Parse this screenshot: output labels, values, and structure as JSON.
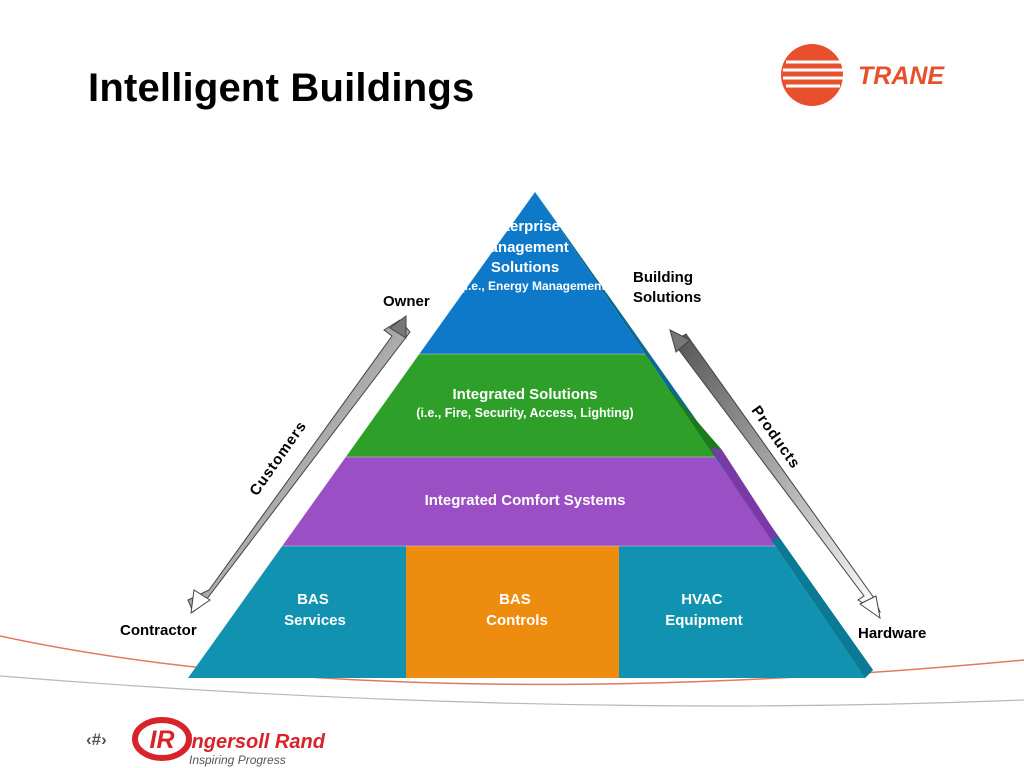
{
  "slide": {
    "title": "Intelligent Buildings",
    "page_number": "‹#›"
  },
  "branding": {
    "trane_logo_text": "TRANE",
    "trane_color": "#e8502d",
    "ir_mark": "IR",
    "ir_company": "Ingersoll Rand",
    "ir_tagline": "Inspiring Progress",
    "ir_color": "#d8232a"
  },
  "pyramid": {
    "tiers": [
      {
        "lines": [
          "Enterprise",
          "Management",
          "Solutions"
        ],
        "sub": "(i.e., Energy Management)",
        "color": "#0f79c9"
      },
      {
        "lines": [
          "Integrated Solutions"
        ],
        "sub": "(i.e., Fire, Security, Access, Lighting)",
        "color": "#2ea02a"
      },
      {
        "lines": [
          "Integrated Comfort Systems"
        ],
        "sub": "",
        "color": "#9b4fc4"
      }
    ],
    "base_blocks": [
      {
        "lines": [
          "BAS",
          "Services"
        ],
        "color": "#1192b0"
      },
      {
        "lines": [
          "BAS",
          "Controls"
        ],
        "color": "#ed8c0f"
      },
      {
        "lines": [
          "HVAC",
          "Equipment"
        ],
        "color": "#1192b0"
      }
    ]
  },
  "axes": {
    "left": {
      "arrow_label": "Customers",
      "top_end": "Owner",
      "bottom_end": "Contractor"
    },
    "right": {
      "arrow_label": "Products",
      "top_end_lines": [
        "Building",
        "Solutions"
      ],
      "bottom_end": "Hardware"
    }
  }
}
